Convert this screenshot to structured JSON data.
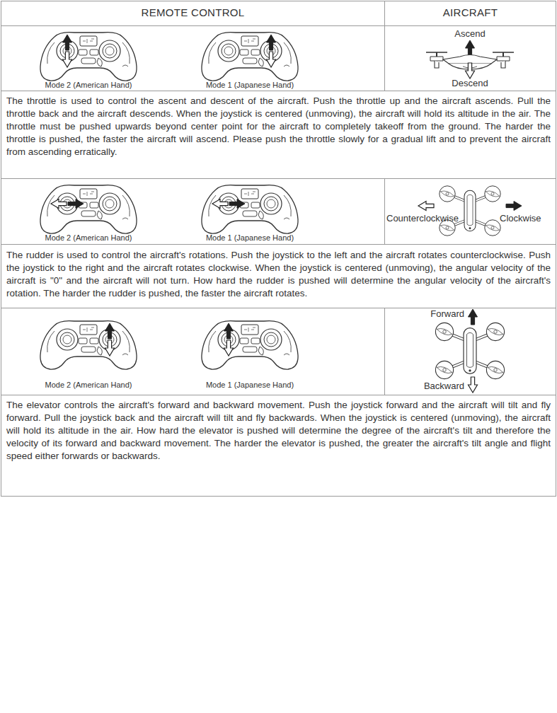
{
  "diagram": {
    "labels": [
      "REMOTE CONTROL",
      "AIRCRAFT",
      "Mode 2 (American Hand)",
      "Mode 1 (Japanese Hand)",
      "Ascend",
      "Descend",
      "The throttle is used to control the ascent and descent of the aircraft. Push the throttle up and the aircraft ascends. Pull the throttle back and the aircraft descends. When the joystick is centered (unmoving), the aircraft will hold its altitude in the air. The throttle must be pushed upwards beyond center point for the aircraft to completely takeoff from the ground. The harder the throttle is pushed, the faster the aircraft will ascend. Please push the throttle slowly for a gradual lift and to prevent the aircraft from ascending erratically.",
      "Mode 2 (American Hand)",
      "Mode 1 (Japanese Hand)",
      "Counterclockwise",
      "Clockwise",
      "The rudder is used to control the aircraft's rotations. Push the joystick to the left and the aircraft rotates counterclockwise. Push the joystick to the right and the aircraft rotates clockwise. When the joystick is centered (unmoving), the angular velocity of the aircraft is \"0\" and the aircraft will not turn. How hard the rudder is pushed will determine the angular velocity of the aircraft's rotation. The harder the rudder is pushed, the faster the aircraft rotates.",
      "Mode 2 (American Hand)",
      "Mode 1 (Japanese Hand)",
      "Forward",
      "Backward",
      "The elevator controls the aircraft's forward and backward movement. Push the joystick forward and the aircraft will tilt and fly forward. Pull the joystick back and the aircraft will tilt and fly backwards. When the joystick is centered (unmoving), the aircraft will hold its altitude in the air. How hard the elevator is pushed will determine the degree of the aircraft's tilt and therefore the velocity of its forward and backward movement. The harder the elevator is pushed, the greater the aircraft's tilt angle and flight speed either forwards or backwards."
    ]
  }
}
